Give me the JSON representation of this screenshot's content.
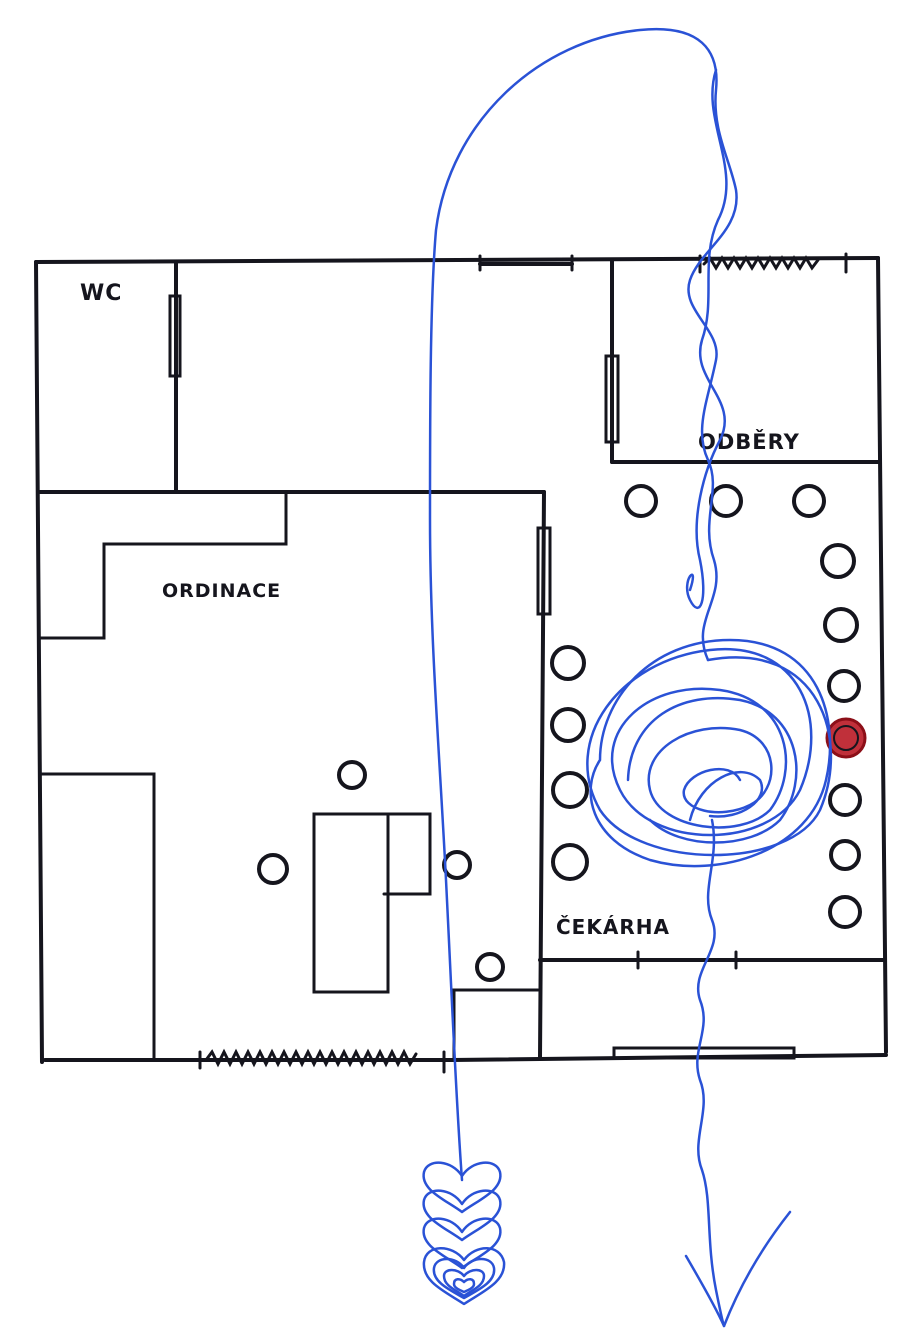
{
  "rooms": {
    "wc": "WC",
    "odbery": "ODBĚRY",
    "ordinace": "ORDINACE",
    "cekarna": "ČEKÁRHA"
  },
  "colors": {
    "ink": "#15151d",
    "path": "#2a52d6",
    "highlight_seat": "#c0303a"
  },
  "icons": {
    "seats": "circle",
    "entry_end": "stacked-hearts-icon",
    "exit_end": "arrow-down-icon"
  }
}
